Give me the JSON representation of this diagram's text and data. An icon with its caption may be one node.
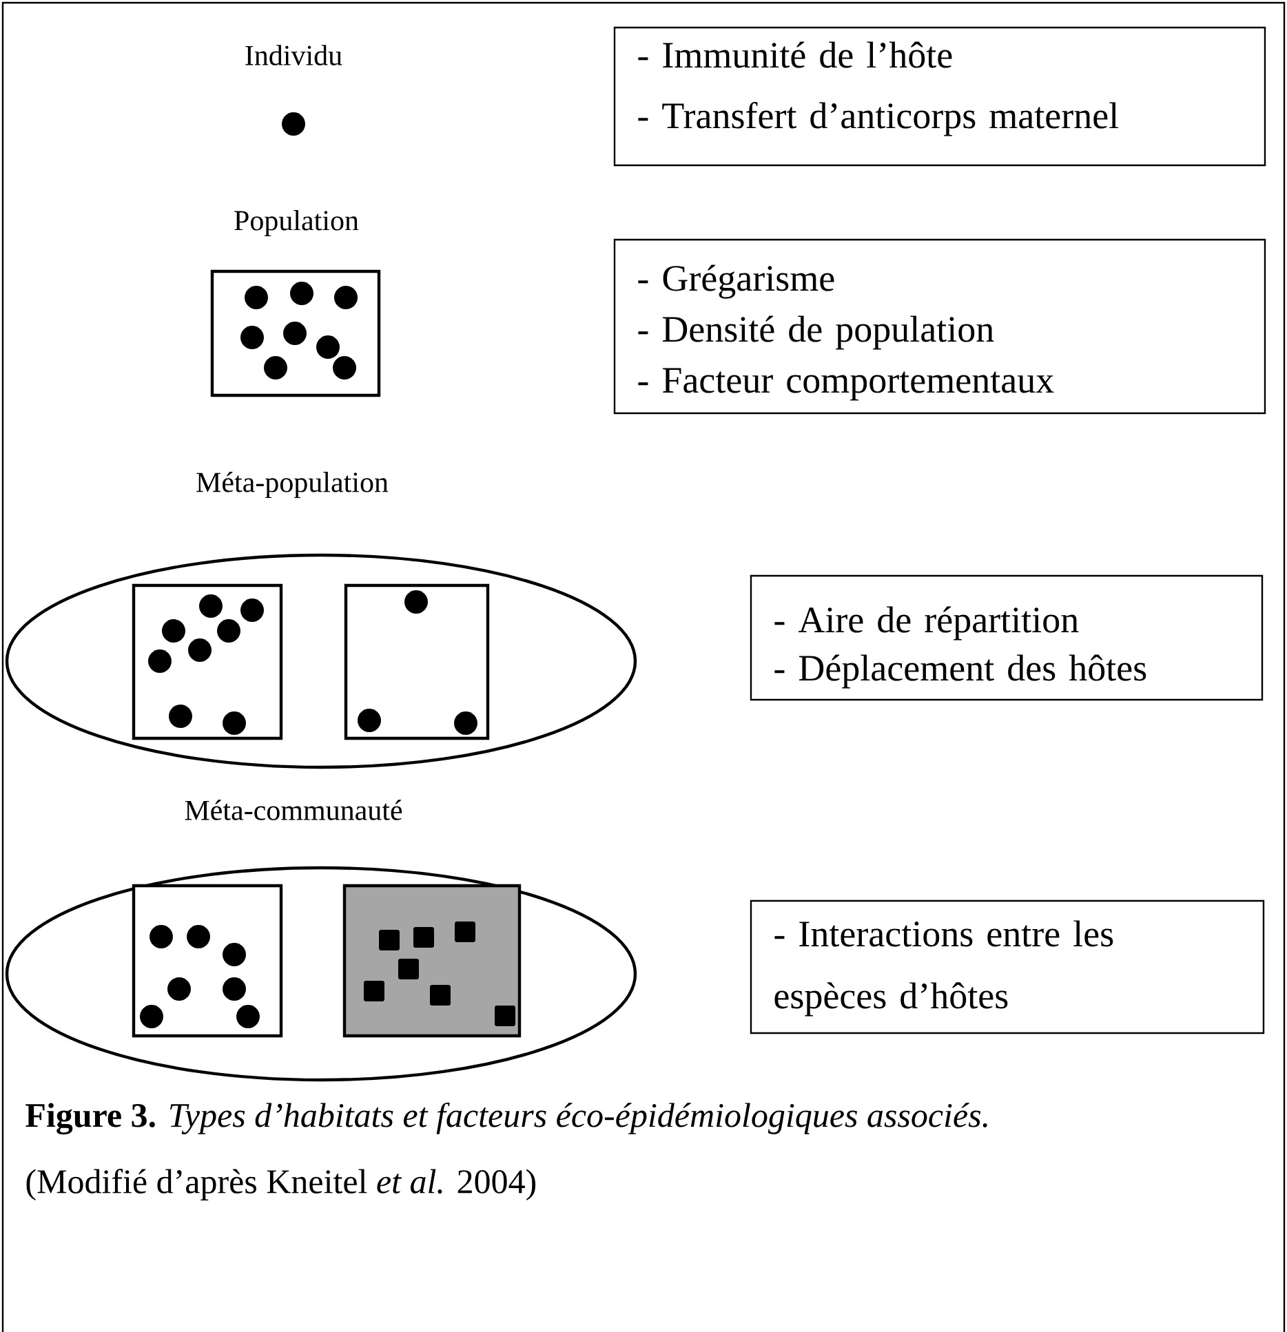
{
  "diagram": {
    "caption": "**Figure 3.** *Types d’habitats et facteurs éco-épidémiologiques associés.*",
    "nodes": [
      {
        "text": [
          "Individu"
        ]
      },
      {
        "text": [
          "- Immunité de l’hôte",
          "- Transfert d’anticorps maternel"
        ]
      },
      {
        "text": [
          "Population"
        ]
      },
      {
        "text": [
          "- Grégarisme",
          "- Densité de population",
          "- Facteur comportementaux"
        ]
      },
      {
        "text": [
          "Méta-population"
        ]
      },
      {
        "text": [],
        "shape": "box",
        "in": 4
      },
      {
        "text": [],
        "shape": "box",
        "in": 4
      },
      {
        "text": [
          "- Aire de répartition",
          "- Déplacement des hôtes"
        ]
      },
      {
        "text": [
          "Méta-communauté"
        ]
      },
      {
        "text": [],
        "shape": "box",
        "in": 8
      },
      {
        "text": [],
        "shape": "box",
        "in": 8
      },
      {
        "text": [
          "- Interactions entre les espèces d’hôtes"
        ]
      }
    ],
    "labels": [
      "(Modifié d’après Kneitel *et al.* 2004)"
    ]
  }
}
